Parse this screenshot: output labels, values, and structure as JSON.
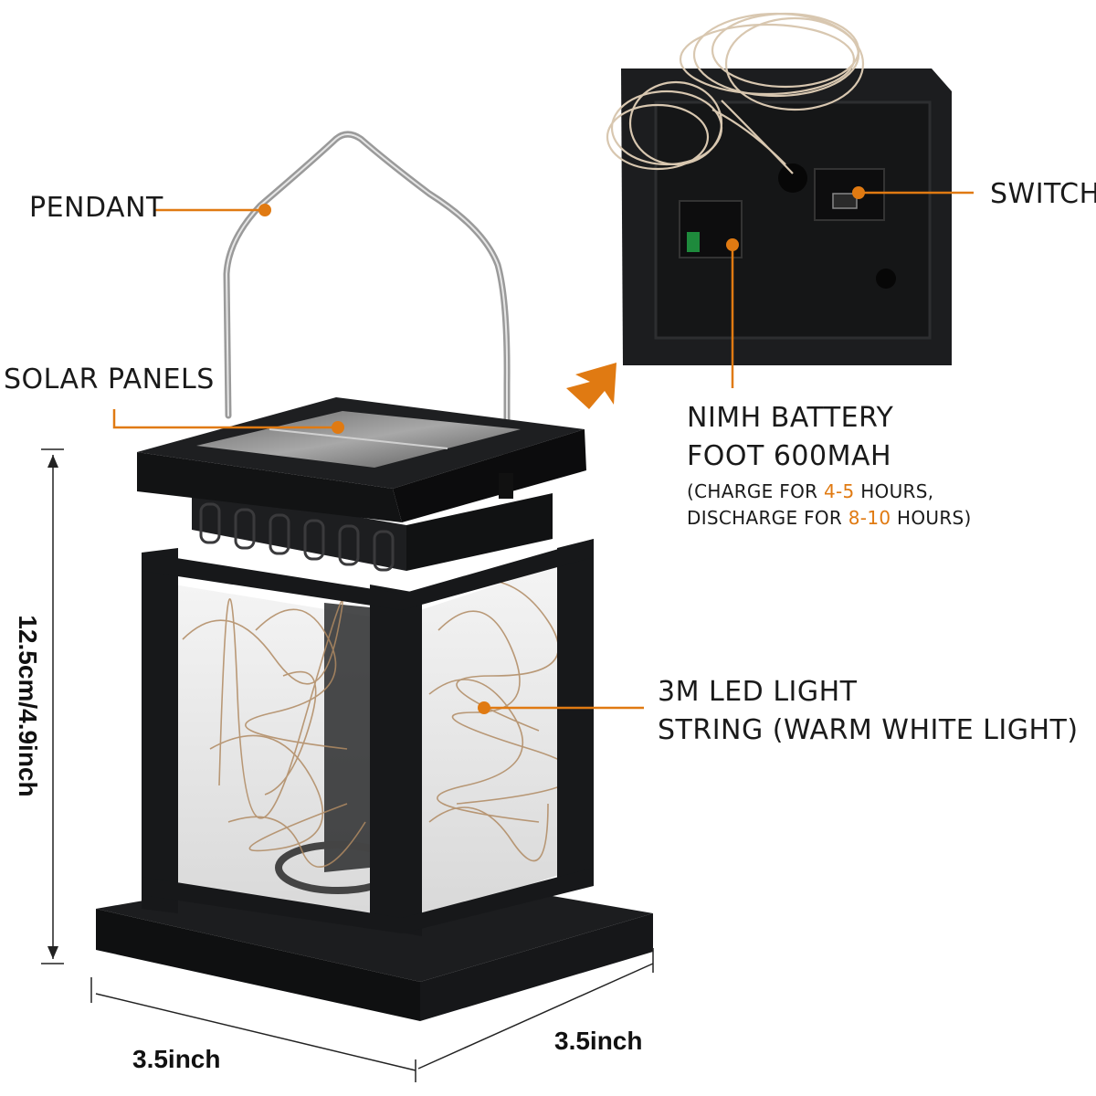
{
  "labels": {
    "pendant": "PENDANT",
    "solar_panels": "SOLAR PANELS",
    "switch": "SWITCH",
    "battery_line1": "NIMH BATTERY",
    "battery_line2": "FOOT 600MAH",
    "charge_prefix": "(CHARGE FOR ",
    "charge_hours": "4-5",
    "charge_suffix": " HOURS,",
    "discharge_prefix": "DISCHARGE FOR ",
    "discharge_hours": "8-10",
    "discharge_suffix": " HOURS)",
    "led_line1": "3M LED LIGHT",
    "led_line2": "STRING (WARM WHITE LIGHT)"
  },
  "dimensions": {
    "height": "12.5cm/4.9inch",
    "width_left": "3.5inch",
    "width_right": "3.5inch"
  },
  "colors": {
    "accent": "#e07a12",
    "lantern_body": "#17181a",
    "text": "#1a1a1a"
  },
  "icons": {
    "pointer_arrow": "arrow-up-right"
  }
}
